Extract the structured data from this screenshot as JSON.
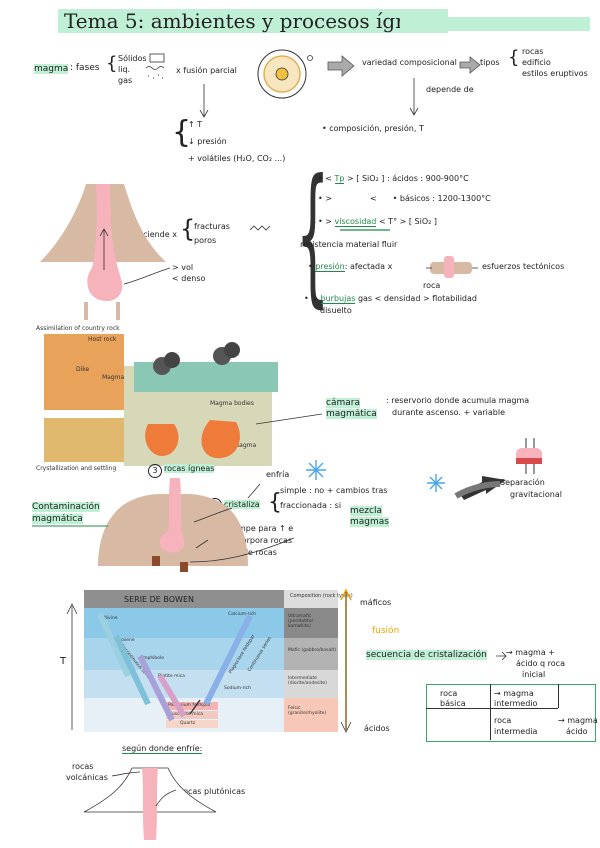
{
  "title": "Tema 5: ambientes y procesos ígneos",
  "colors": {
    "highlight": "#bff0d6",
    "accent": "#1f8a4a",
    "fusion": "#f0a500",
    "magma": "#f6b3bb",
    "rock": "#d8b9a3"
  },
  "row1": {
    "magma": "magma",
    "fases": ": fases",
    "solidos": "Sólidos",
    "liq": "liq.",
    "gas": "gas",
    "fusion": "x fusión parcial",
    "variedad": "variedad composicional",
    "tipos": "tipos",
    "t1": "rocas",
    "t2": "edificio",
    "t3": "estilos eruptivos",
    "depende": "depende de"
  },
  "conds": {
    "c1": "↑ T",
    "c2": "↓ presión",
    "c3": "+ volátiles (H₂O, CO₂ ...)"
  },
  "comp": "• composición, presión, T",
  "props": {
    "a1": "• <",
    "a_tp": "Tp",
    "a2": "> [ SiO₂ ] : ácidos : 900-900°C",
    "b1": "• >",
    "b2": "<",
    "b3": "• básicos : 1200-1300°C",
    "v1": "• >",
    "v_word": "viscosidad",
    "v2": "< T° > [ SiO₂ ]",
    "resist": "resistencia material fluir",
    "p_word": "presión",
    "p2": ": afectada x",
    "roca": "roca",
    "esf": "esfuerzos tectónicos",
    "bu1": "• >",
    "bu_word": "burbujas",
    "bu2": "gas < densidad > flotabilidad",
    "disuelto": "disuelto"
  },
  "volcano1": {
    "asciende": "asciende x",
    "fr": "fracturas",
    "po": "poros",
    "vol": "> vol",
    "denso": "< denso"
  },
  "fig1": {
    "cap1": "Assimilation of country rock",
    "host": "Host rock",
    "dike": "Dike",
    "magma": "Magma",
    "mb": "Magma bodies",
    "cap2": "Crystallization and settling",
    "magma2": "Magma"
  },
  "camara": {
    "w1": "cámara",
    "w2": "magmática",
    "d1": ": reservorio donde acumula magma",
    "d2": "durante ascenso. + variable"
  },
  "steps": {
    "n3": "3",
    "rocas": "rocas ígneas",
    "enfria": "enfría",
    "n2": "2",
    "crist": "cristaliza",
    "simple": "simple : no + cambios tras",
    "frac": "fraccionada : si",
    "mezcla1": "mezcla",
    "mezcla2": "magmas",
    "n1": "1",
    "rompe1": "rompe para ↑ e",
    "rompe2": "incorpora rocas",
    "rompe3": "funde rocas",
    "contam1": "Contaminación",
    "contam2": "magmática",
    "sep1": "Separación",
    "sep2": "gravitacional"
  },
  "bowen": {
    "title": "SERIE DE BOWEN",
    "comp": "Composition (rock types)",
    "row1": "Ultramafic (peridotite/ komatiite)",
    "row2": "Mafic (gabbro/basalt)",
    "row3": "Intermediate (diorite/andesite)",
    "row4": "Felsic (granite/rhyolite)",
    "olivine": "Olivine",
    "pyroxene": "Pyroxene",
    "amphibole": "Amphibole",
    "biotite": "Biotite mica",
    "calcium": "Calcium-rich",
    "sodium": "Sodium-rich",
    "plag": "Plagioclase feldspar",
    "disc": "Discontinuous series",
    "cont": "Continuous series",
    "kfeld": "Potassium feldspar",
    "musc": "Muscovite mica",
    "quartz": "Quartz",
    "T": "T"
  },
  "side": {
    "maficos": "máficos",
    "fusion": "fusión",
    "secuencia": "secuencia de cristalización",
    "result1": "→ magma +",
    "result2": "ácido q roca",
    "result3": "inicial",
    "acidos": "ácidos"
  },
  "table": {
    "r1a": "roca",
    "r1b": "básica",
    "r1c": "magma",
    "r1d": "intermedio",
    "r2a": "roca",
    "r2b": "intermedia",
    "r2c": "magma",
    "r2d": "ácido"
  },
  "bottom": {
    "segun": "según donde enfríe:",
    "volc1": "rocas",
    "volc2": "volcánicas",
    "plut": "rocas plutónicas"
  }
}
